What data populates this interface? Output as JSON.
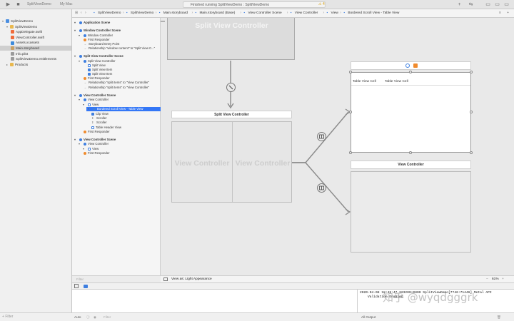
{
  "toolbar": {
    "scheme": "SplitViewDemo",
    "destination": "My Mac",
    "status": "Finished running SplitViewDemo : SplitViewDemo",
    "warning_count": "4"
  },
  "navigator": {
    "items": [
      {
        "label": "SplitViewDemo",
        "icon": "app-icon",
        "level": 0,
        "selected": false
      },
      {
        "label": "SplitViewDemo",
        "icon": "folder-icon",
        "level": 1,
        "selected": false
      },
      {
        "label": "AppDelegate.swift",
        "icon": "swift-file-icon",
        "level": 2,
        "selected": false
      },
      {
        "label": "ViewController.swift",
        "icon": "swift-file-icon",
        "level": 2,
        "selected": false
      },
      {
        "label": "Assets.xcassets",
        "icon": "asset-catalog-icon",
        "level": 2,
        "selected": false
      },
      {
        "label": "Main.storyboard",
        "icon": "storyboard-icon",
        "level": 2,
        "selected": true
      },
      {
        "label": "Info.plist",
        "icon": "plist-icon",
        "level": 2,
        "selected": false
      },
      {
        "label": "SplitViewDemo.entitlements",
        "icon": "plist-icon",
        "level": 2,
        "selected": false
      },
      {
        "label": "Products",
        "icon": "folder-icon",
        "level": 1,
        "selected": false
      }
    ],
    "filter_placeholder": "Filter"
  },
  "jumpbar": {
    "crumbs": [
      "SplitViewDemo",
      "SplitViewDemo",
      "Main.storyboard",
      "Main.storyboard (Base)",
      "View Controller Scene",
      "View Controller",
      "View",
      "Bordered Scroll View - Table View"
    ]
  },
  "outline": {
    "rows": [
      {
        "label": "Application Scene",
        "level": 0,
        "header": true,
        "icon": "app-scene-icon"
      },
      {
        "label": "Window Controller Scene",
        "level": 0,
        "header": true,
        "icon": "window-scene-icon"
      },
      {
        "label": "Window Controller",
        "level": 1,
        "icon": "window-controller-icon"
      },
      {
        "label": "First Responder",
        "level": 1,
        "icon": "first-responder-icon"
      },
      {
        "label": "Storyboard Entry Point",
        "level": 1,
        "icon": "entry-point-icon"
      },
      {
        "label": "Relationship \"window content\" to \"Split View C...\"",
        "level": 1,
        "icon": "relationship-icon"
      },
      {
        "label": "Split View Controller Scene",
        "level": 0,
        "header": true,
        "icon": "split-scene-icon"
      },
      {
        "label": "Split View Controller",
        "level": 1,
        "icon": "split-view-controller-icon"
      },
      {
        "label": "Split View",
        "level": 2,
        "icon": "split-view-icon"
      },
      {
        "label": "Split View Item",
        "level": 2,
        "icon": "split-view-item-icon"
      },
      {
        "label": "Split View Item",
        "level": 2,
        "icon": "split-view-item-icon"
      },
      {
        "label": "First Responder",
        "level": 1,
        "icon": "first-responder-icon"
      },
      {
        "label": "Relationship \"split items\" to \"View Controller\"",
        "level": 1,
        "icon": "relationship-icon"
      },
      {
        "label": "Relationship \"split items\" to \"View Controller\"",
        "level": 1,
        "icon": "relationship-icon"
      },
      {
        "label": "View Controller Scene",
        "level": 0,
        "header": true,
        "icon": "vc-scene-icon"
      },
      {
        "label": "View Controller",
        "level": 1,
        "icon": "view-controller-icon"
      },
      {
        "label": "View",
        "level": 2,
        "icon": "view-icon"
      },
      {
        "label": "Bordered Scroll View - Table View",
        "level": 3,
        "icon": "scroll-view-icon",
        "selected": true
      },
      {
        "label": "Clip View",
        "level": 4,
        "icon": "clip-view-icon"
      },
      {
        "label": "Scroller",
        "level": 4,
        "icon": "scroller-icon"
      },
      {
        "label": "Scroller",
        "level": 4,
        "icon": "scroller-icon"
      },
      {
        "label": "Table Header View",
        "level": 4,
        "icon": "table-header-icon"
      },
      {
        "label": "First Responder",
        "level": 1,
        "icon": "first-responder-icon"
      },
      {
        "label": "View Controller Scene",
        "level": 0,
        "header": true,
        "icon": "vc-scene-icon"
      },
      {
        "label": "View Controller",
        "level": 1,
        "icon": "view-controller-icon"
      },
      {
        "label": "View",
        "level": 2,
        "icon": "view-icon"
      },
      {
        "label": "First Responder",
        "level": 1,
        "icon": "first-responder-icon"
      }
    ],
    "filter_placeholder": "Filter"
  },
  "canvas": {
    "window_scene_title": "Split View Controller",
    "split_scene_title": "Split View Controller",
    "left_pane_label": "View Controller",
    "right_pane_label": "View Controller",
    "table_col1": "Table View Cell",
    "table_col2": "Table View Cell",
    "second_vc_title": "View Controller"
  },
  "bottombar": {
    "view_as": "View as: Light Appearance",
    "zoom": "61%"
  },
  "debug": {
    "auto_label": "Auto",
    "filter_placeholder": "Filter",
    "output_label": "All Output"
  },
  "console": {
    "lines": [
      "2020-04-08 18:48:47.223200+0800 SplitViewDemo[7?46:71446] Metal API",
      "    Validation Enabled"
    ]
  },
  "watermark": "知乎 @wyqdgggrk"
}
